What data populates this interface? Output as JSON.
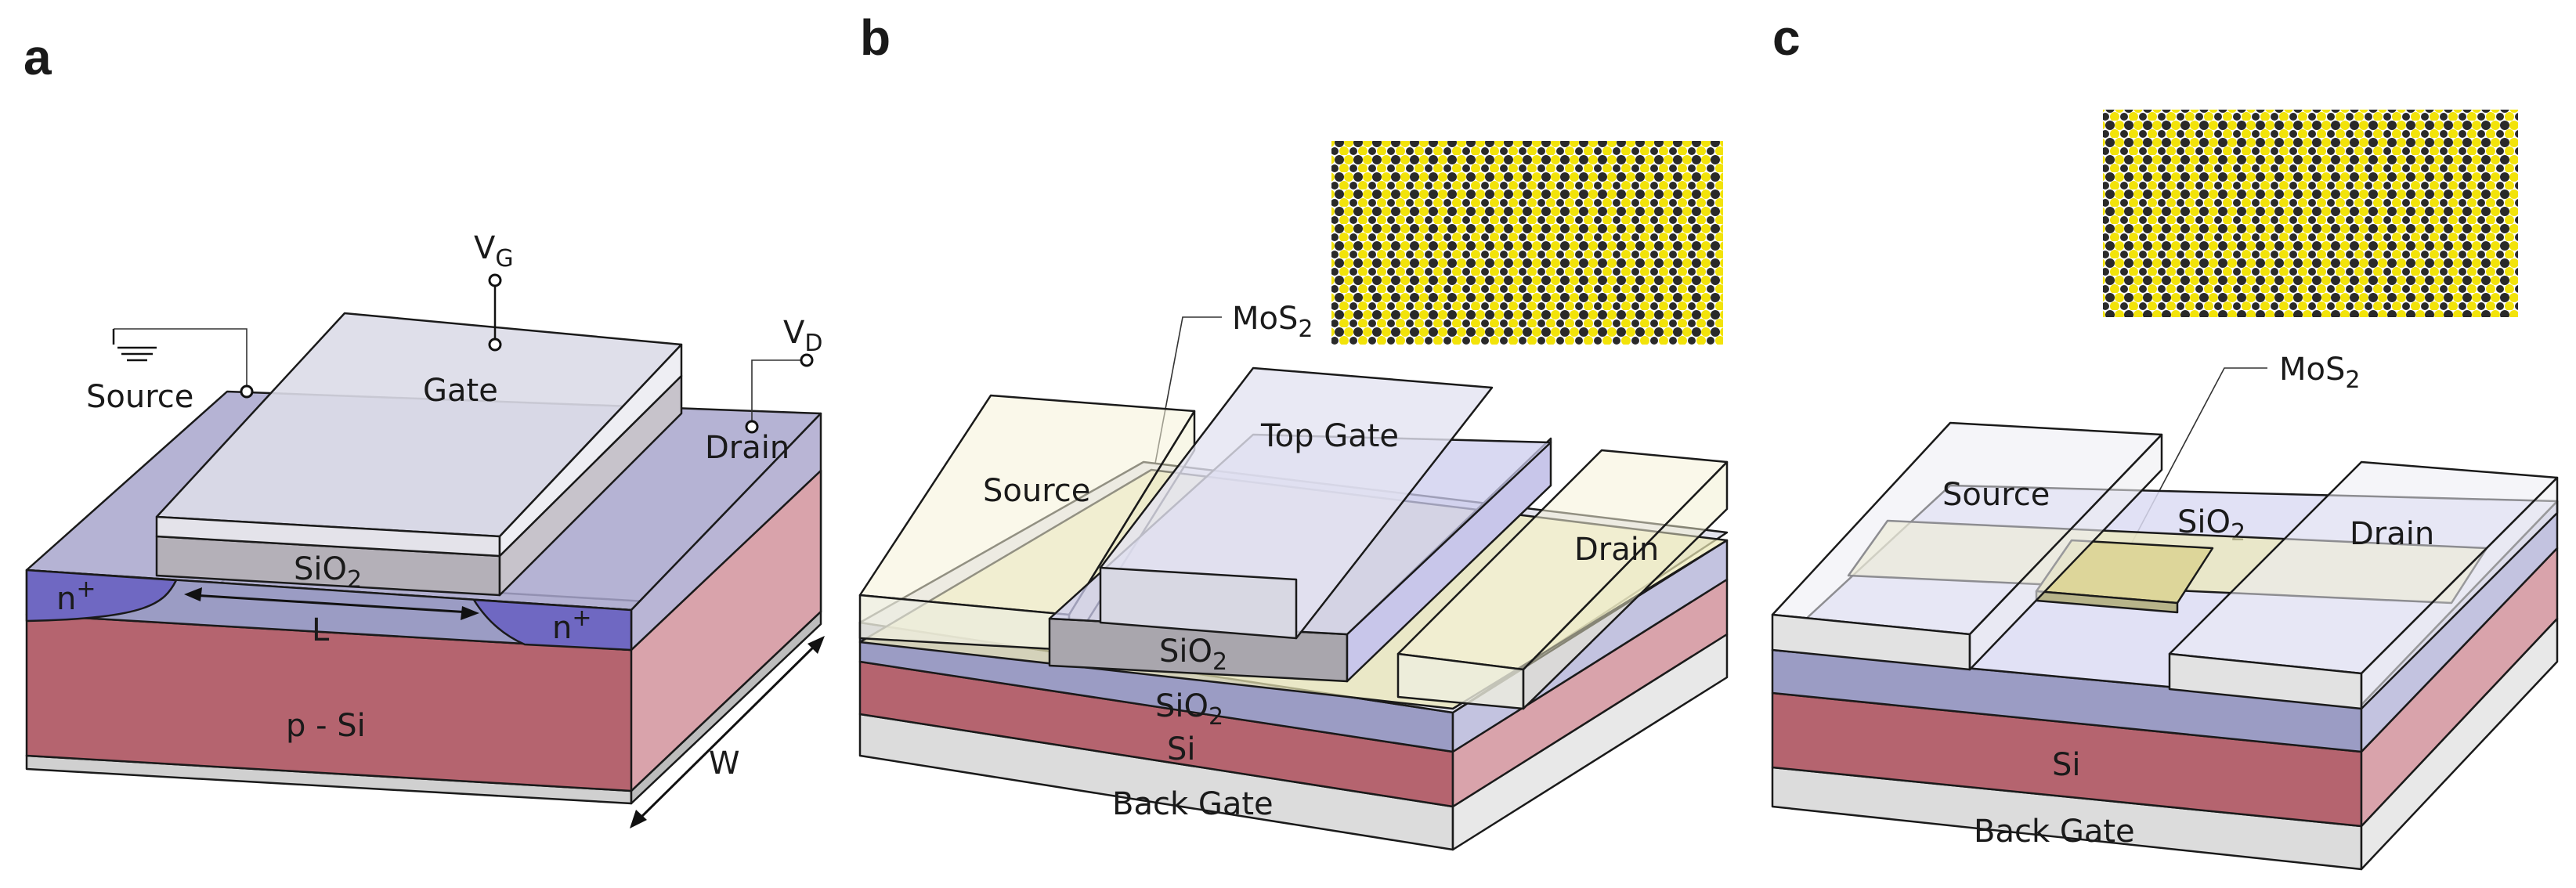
{
  "panels": {
    "a": {
      "label": "a",
      "gate": "Gate",
      "oxide": "SiO",
      "oxide_sub": "2",
      "source": "Source",
      "drain": "Drain",
      "vg": "V",
      "vg_sub": "G",
      "vd": "V",
      "vd_sub": "D",
      "n_plus": "n",
      "n_plus_sup": "+",
      "length": "L",
      "width": "W",
      "substrate": "p - Si"
    },
    "b": {
      "label": "b",
      "top_gate": "Top Gate",
      "source": "Source",
      "drain": "Drain",
      "mos2": "MoS",
      "mos2_sub": "2",
      "top_oxide": "SiO",
      "top_oxide_sub": "2",
      "bottom_oxide": "SiO",
      "bottom_oxide_sub": "2",
      "si": "Si",
      "back_gate": "Back Gate"
    },
    "c": {
      "label": "c",
      "source": "Source",
      "drain": "Drain",
      "oxide": "SiO",
      "oxide_sub": "2",
      "mos2": "MoS",
      "mos2_sub": "2",
      "si": "Si",
      "back_gate": "Back Gate"
    }
  },
  "colors": {
    "silicon_front": "#b5646f",
    "silicon_side": "#d9a3ab",
    "n_plus": "#6f68c2",
    "oxide_blue": "#9b9cc4",
    "gate_light": "#e8e8f2",
    "oxide_grey": "#a9a6ad",
    "mos2_yellow": "#ece9b6",
    "back_gate_grey": "#dcdcdc",
    "sulfur_atom": "#f2e30a",
    "molybdenum_atom": "#2a2a2a"
  },
  "icons": [
    "ground-icon",
    "terminal-dot-icon",
    "mos2-lattice-icon"
  ]
}
